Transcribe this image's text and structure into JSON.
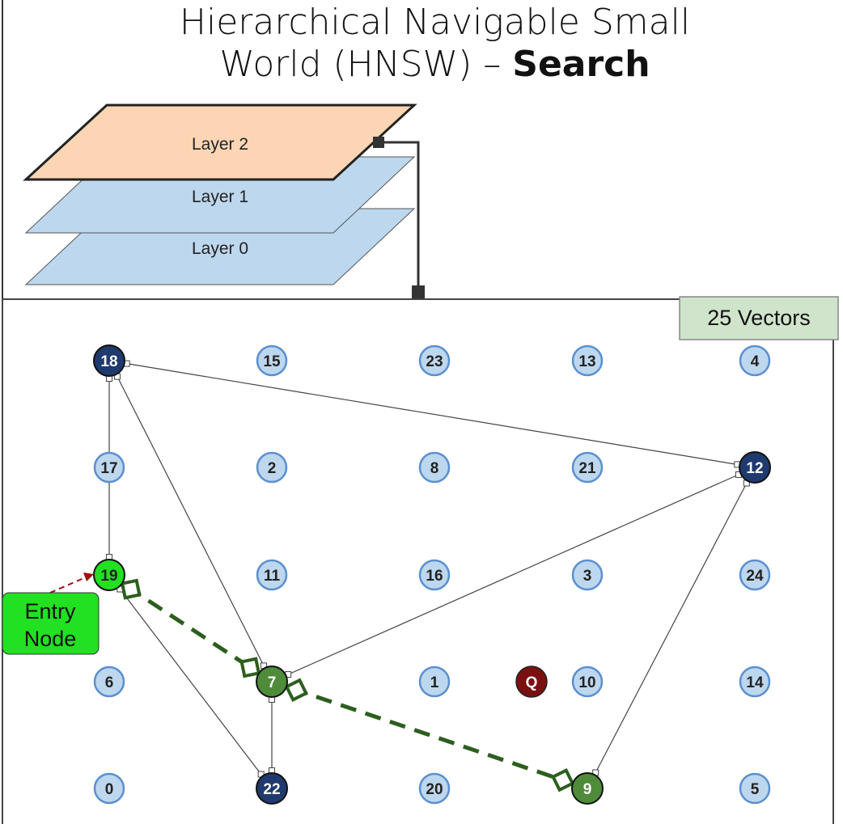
{
  "title": {
    "line1": "Hierarchical Navigable Small",
    "line2_prefix": "World (HNSW) – ",
    "line2_bold": "Search"
  },
  "layers": [
    "Layer 2",
    "Layer 1",
    "Layer 0"
  ],
  "vector_badge": "25 Vectors",
  "entry_label": {
    "line1": "Entry",
    "line2": "Node"
  },
  "colors": {
    "layer_active": "#fcd5b4",
    "layer_inactive": "#bdd7ee",
    "node_default": "#bdd7ee",
    "node_layer2": "#1f3a6e",
    "node_entry": "#22e022",
    "node_visited": "#4e8c3a",
    "query": "#7a1010",
    "path": "#2d5e1e",
    "badge": "#d0e3cb"
  },
  "grid": [
    [
      {
        "id": "18",
        "kind": "layer2"
      },
      {
        "id": "15"
      },
      {
        "id": "23"
      },
      {
        "id": "13"
      },
      {
        "id": "4"
      }
    ],
    [
      {
        "id": "17"
      },
      {
        "id": "2"
      },
      {
        "id": "8"
      },
      {
        "id": "21"
      },
      {
        "id": "12",
        "kind": "layer2"
      }
    ],
    [
      {
        "id": "19",
        "kind": "entry"
      },
      {
        "id": "11"
      },
      {
        "id": "16"
      },
      {
        "id": "3"
      },
      {
        "id": "24"
      }
    ],
    [
      {
        "id": "6"
      },
      {
        "id": "7",
        "kind": "visited"
      },
      {
        "id": "1"
      },
      {
        "id": "10"
      },
      {
        "id": "14"
      }
    ],
    [
      {
        "id": "0"
      },
      {
        "id": "22",
        "kind": "layer2"
      },
      {
        "id": "20"
      },
      {
        "id": "9",
        "kind": "visited"
      },
      {
        "id": "5"
      }
    ]
  ],
  "query": "Q",
  "edges": [
    [
      "18",
      "19"
    ],
    [
      "18",
      "12"
    ],
    [
      "18",
      "7"
    ],
    [
      "19",
      "22"
    ],
    [
      "7",
      "22"
    ],
    [
      "7",
      "12"
    ],
    [
      "12",
      "9"
    ]
  ],
  "search_path": [
    "19",
    "7",
    "9"
  ]
}
